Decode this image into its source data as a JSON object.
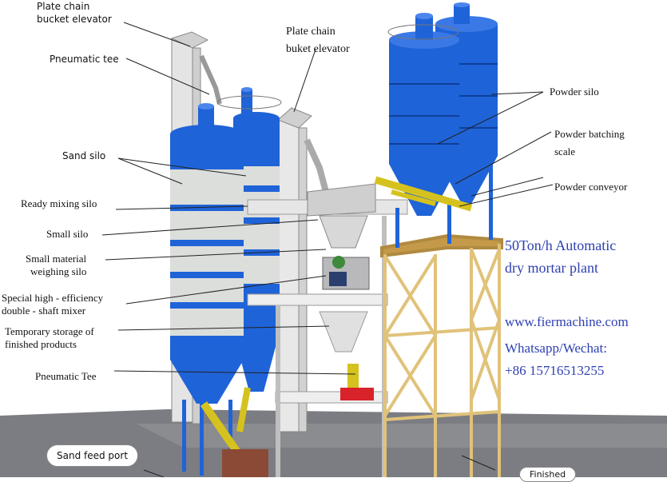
{
  "labels": {
    "plate_chain_left": [
      "Plate chain",
      "bucket elevator"
    ],
    "pneumatic_tee_top": "Pneumatic tee",
    "plate_chain_center": [
      "Plate chain",
      "buket elevator"
    ],
    "sand_silo": "Sand silo",
    "ready_mixing_silo": "Ready mixing silo",
    "small_silo": "Small silo",
    "small_material": [
      "Small material",
      "weighing silo"
    ],
    "mixer": [
      "Special high - efficiency",
      "double - shaft mixer"
    ],
    "temporary_storage": [
      "Temporary storage of",
      "finished products"
    ],
    "pneumatic_tee_bottom": "Pneumatic Tee",
    "sand_feed_port": "Sand feed port",
    "powder_silo": "Powder silo",
    "powder_batching": [
      "Powder batching",
      "scale"
    ],
    "powder_conveyor": "Powder conveyor",
    "finished_partial": "Finished"
  },
  "title": [
    "50Ton/h Automatic",
    "dry mortar plant"
  ],
  "contact": {
    "website": "www.fiermachine.com",
    "whatsapp_label": "Whatsapp/Wechat:",
    "phone": "+86 15716513255"
  },
  "colors": {
    "silo_blue": "#1f63d8",
    "silo_band": "#d9dcd8",
    "frame_wood": "#e0c27a",
    "mixer_red": "#d8232a",
    "ground": "#7b7d82"
  }
}
